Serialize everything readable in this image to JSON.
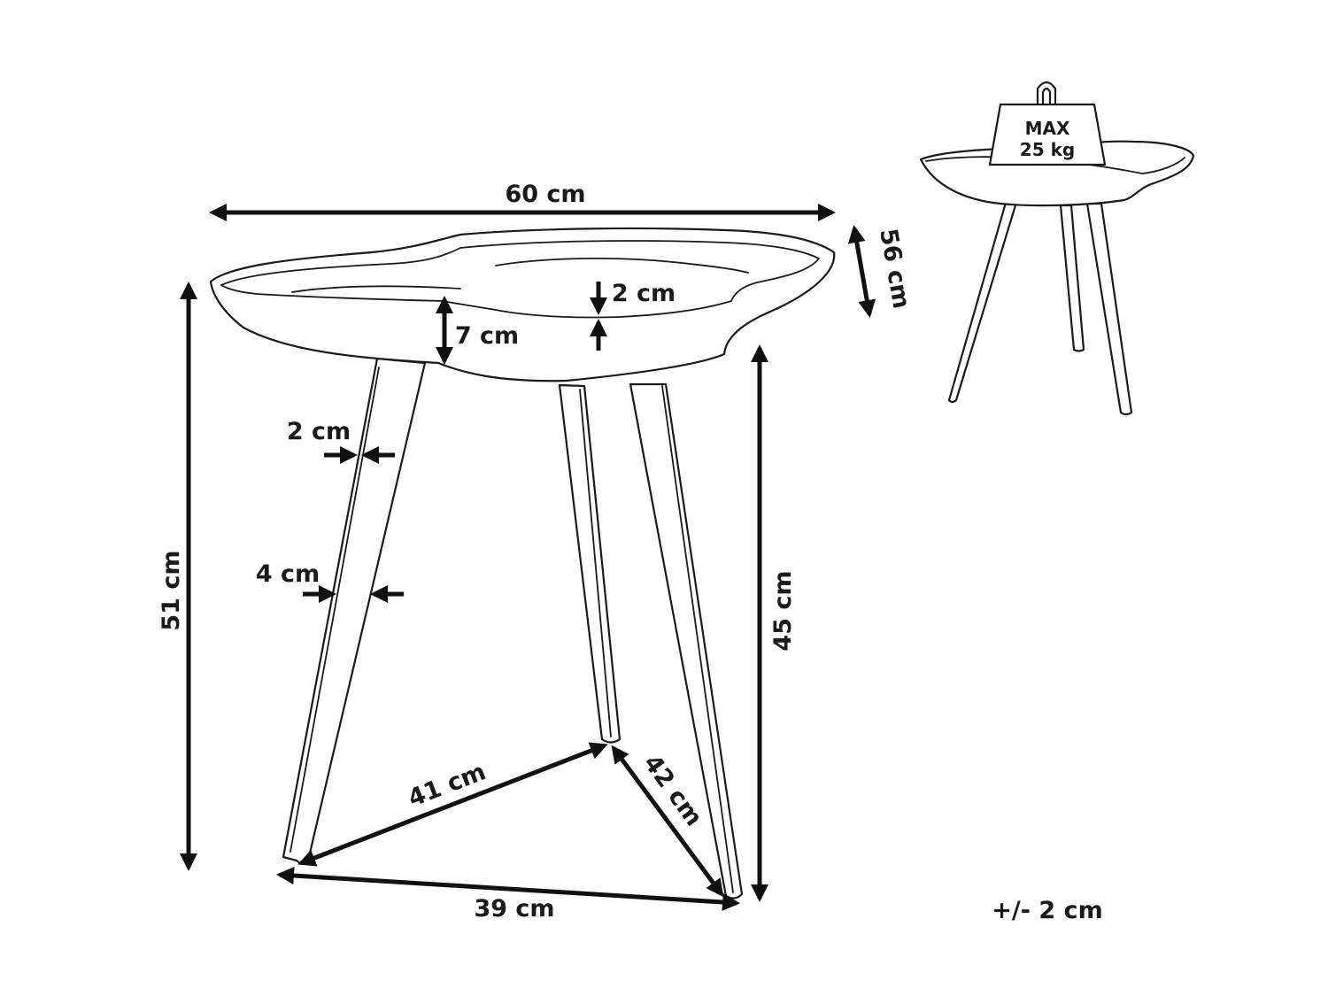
{
  "diagram": {
    "dimensions": {
      "width": "60 cm",
      "depth": "56 cm",
      "top_lip": "2 cm",
      "top_thickness": "7 cm",
      "leg_top": "2 cm",
      "leg_bottom": "4 cm",
      "total_height": "51 cm",
      "leg_height": "45 cm",
      "leg_span_a": "41 cm",
      "leg_span_b": "42 cm",
      "leg_span_c": "39 cm"
    },
    "load": {
      "line1": "MAX",
      "line2": "25 kg"
    },
    "tolerance": "+/- 2 cm"
  },
  "colors": {
    "line": "#1a1a1a",
    "background": "#ffffff"
  }
}
